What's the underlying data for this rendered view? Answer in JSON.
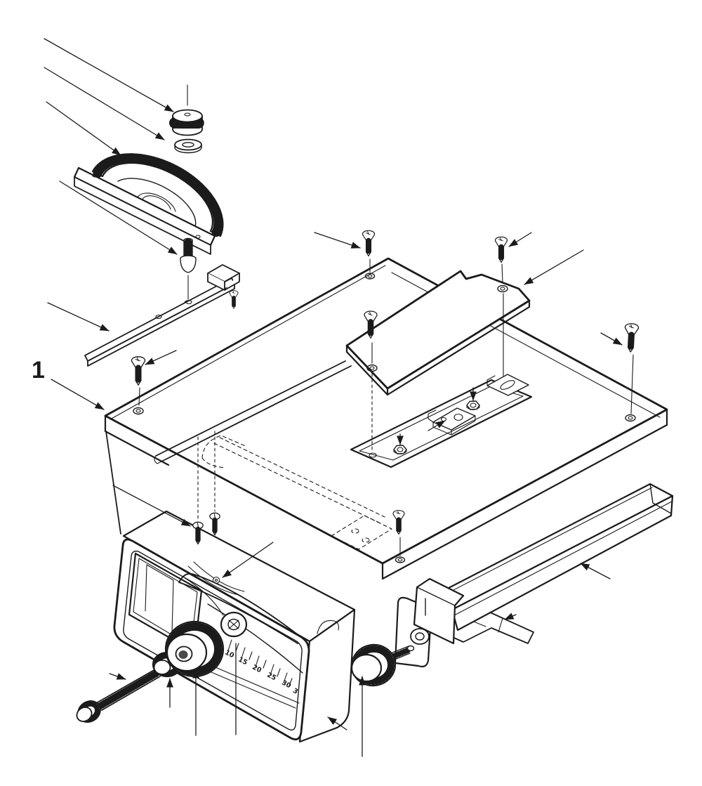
{
  "diagram": {
    "kind": "exploded-parts-diagram",
    "colors": {
      "ink": "#1b1b1b",
      "paper": "#ffffff"
    }
  },
  "callout": {
    "label": "1"
  },
  "bevel_scale": {
    "ticks": [
      "10",
      "15",
      "20",
      "25",
      "30"
    ],
    "partial": "3"
  }
}
